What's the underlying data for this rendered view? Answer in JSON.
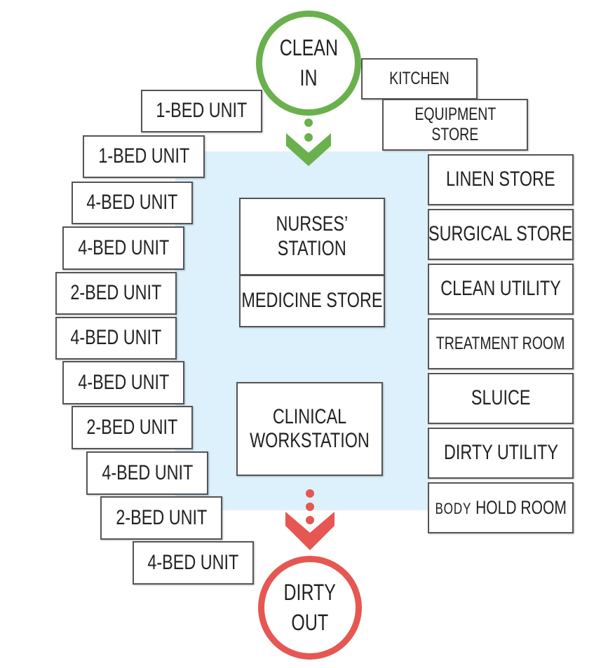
{
  "clean_in": {
    "line1": "CLEAN",
    "line2": "IN"
  },
  "dirty_out": {
    "line1": "DIRTY",
    "line2": "OUT"
  },
  "colors": {
    "clean": "#6ab04c",
    "dirty": "#e65652",
    "zone": "#dcf1fb"
  },
  "left_units": [
    "1-BED UNIT",
    "1-BED UNIT",
    "4-BED UNIT",
    "4-BED UNIT",
    "2-BED UNIT",
    "4-BED UNIT",
    "4-BED UNIT",
    "2-BED UNIT",
    "4-BED UNIT",
    "2-BED UNIT",
    "4-BED UNIT"
  ],
  "top_right": {
    "kitchen": "KITCHEN",
    "equipment_line1": "EQUIPMENT",
    "equipment_line2": "STORE"
  },
  "right_rooms": [
    "LINEN STORE",
    "SURGICAL STORE",
    "CLEAN UTILITY",
    "TREATMENT ROOM",
    "SLUICE",
    "DIRTY UTILITY"
  ],
  "body_hold": {
    "prefix": "BODY",
    "rest": "HOLD ROOM"
  },
  "center": {
    "nurses_line1": "NURSES’",
    "nurses_line2": "STATION",
    "medicine": "MEDICINE STORE",
    "clinical_line1": "CLINICAL",
    "clinical_line2": "WORKSTATION"
  }
}
